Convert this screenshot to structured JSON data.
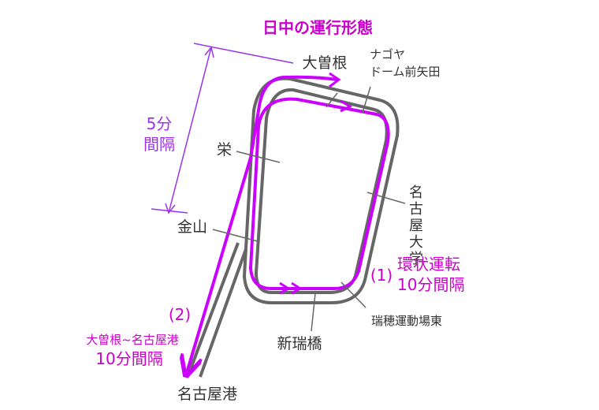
{
  "title": "日中の運行形態",
  "colors": {
    "title": "#cc00cc",
    "route": "#cc00ff",
    "track": "#666666",
    "interval_note": "#9933ee",
    "station_text": "#333333"
  },
  "stations": {
    "ozone": "大曽根",
    "nagoya_dome_line1": "ナゴヤ",
    "nagoya_dome_line2": "ドーム前矢田",
    "sakae": "栄",
    "kanayama": "金山",
    "shinmizuhashi": "新瑞橋",
    "mizuho_undojo_higashi": "瑞穂運動場東",
    "nagoya_daigaku": [
      "名",
      "古",
      "屋",
      "大",
      "学"
    ],
    "nagoyako": "名古屋港"
  },
  "loop_service": {
    "label": "(1)",
    "line1": "環状運転",
    "line2": "10分間隔"
  },
  "branch_service": {
    "label": "(2)",
    "line1": "大曽根~名古屋港",
    "line2": "10分間隔"
  },
  "travel_time": {
    "line1": "5分",
    "line2": "間隔"
  }
}
